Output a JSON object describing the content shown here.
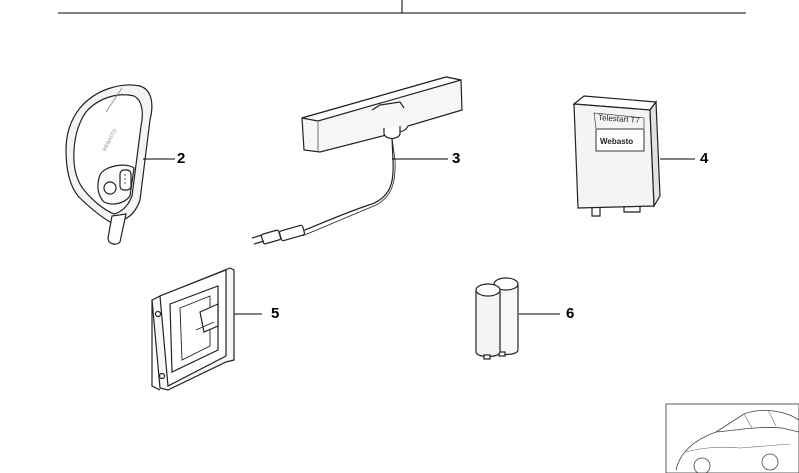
{
  "parts": [
    {
      "number": "2",
      "name": "remote-control"
    },
    {
      "number": "3",
      "name": "antenna"
    },
    {
      "number": "4",
      "name": "receiver-module"
    },
    {
      "number": "5",
      "name": "mounting-bracket"
    },
    {
      "number": "6",
      "name": "batteries"
    }
  ],
  "receiver": {
    "model_text": "Telestart T7",
    "brand_text": "Webasto"
  }
}
